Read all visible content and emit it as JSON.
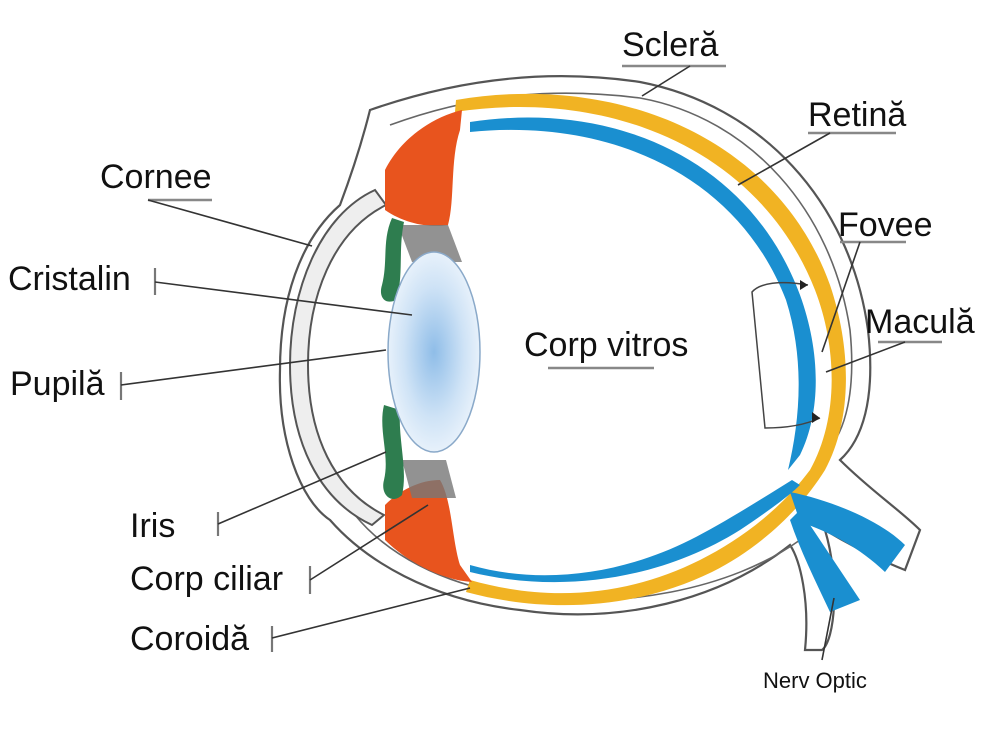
{
  "labels": {
    "sclera": "Scleră",
    "retina": "Retină",
    "cornea": "Cornee",
    "fovea": "Fovee",
    "lens": "Cristalin",
    "macula": "Maculă",
    "vitreous": "Corp vitros",
    "pupil": "Pupilă",
    "iris": "Iris",
    "ciliary_body": "Corp ciliar",
    "choroid": "Coroidă",
    "optic_nerve": "Nerv Optic"
  },
  "colors": {
    "choroid_orange": "#e8541e",
    "retina_blue": "#1a8fd0",
    "yellow_layer": "#f1b323",
    "iris_green": "#2e7d4f",
    "lens_blue": "#cfe3f6",
    "sclera_outline": "#555555"
  }
}
